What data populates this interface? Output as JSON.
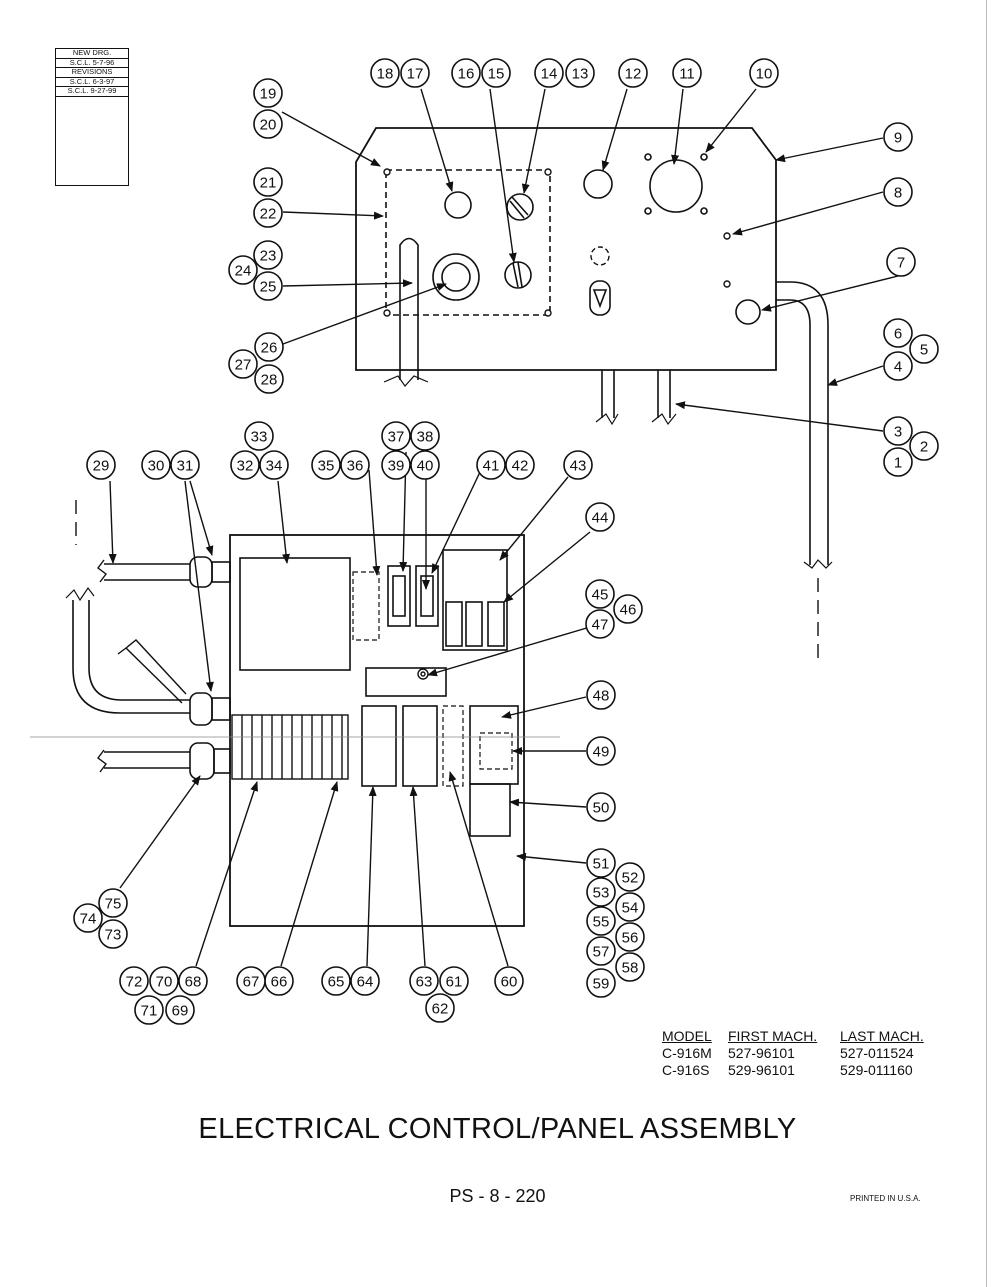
{
  "revisions": {
    "header": "NEW DRG.",
    "items": [
      "S.C.L. 5-7-96",
      "REVISIONS",
      "S.C.L. 6-3-97",
      "S.C.L. 9-27-99"
    ]
  },
  "callouts": [
    "1",
    "2",
    "3",
    "4",
    "5",
    "6",
    "7",
    "8",
    "9",
    "10",
    "11",
    "12",
    "13",
    "14",
    "15",
    "16",
    "17",
    "18",
    "19",
    "20",
    "21",
    "22",
    "23",
    "24",
    "25",
    "26",
    "27",
    "28",
    "29",
    "30",
    "31",
    "32",
    "33",
    "34",
    "35",
    "36",
    "37",
    "38",
    "39",
    "40",
    "41",
    "42",
    "43",
    "44",
    "45",
    "46",
    "47",
    "48",
    "49",
    "50",
    "51",
    "52",
    "53",
    "54",
    "55",
    "56",
    "57",
    "58",
    "59",
    "60",
    "61",
    "62",
    "63",
    "64",
    "65",
    "66",
    "67",
    "68",
    "69",
    "70",
    "71",
    "72",
    "73",
    "74",
    "75"
  ],
  "model_table": {
    "headers": [
      "MODEL",
      "FIRST MACH.",
      "LAST MACH."
    ],
    "rows": [
      [
        "C-916M",
        "527-96101",
        "527-011524"
      ],
      [
        "C-916S",
        "529-96101",
        "529-011160"
      ]
    ]
  },
  "title": "ELECTRICAL CONTROL/PANEL ASSEMBLY",
  "page_number": "PS - 8 - 220",
  "printed": "PRINTED IN U.S.A."
}
